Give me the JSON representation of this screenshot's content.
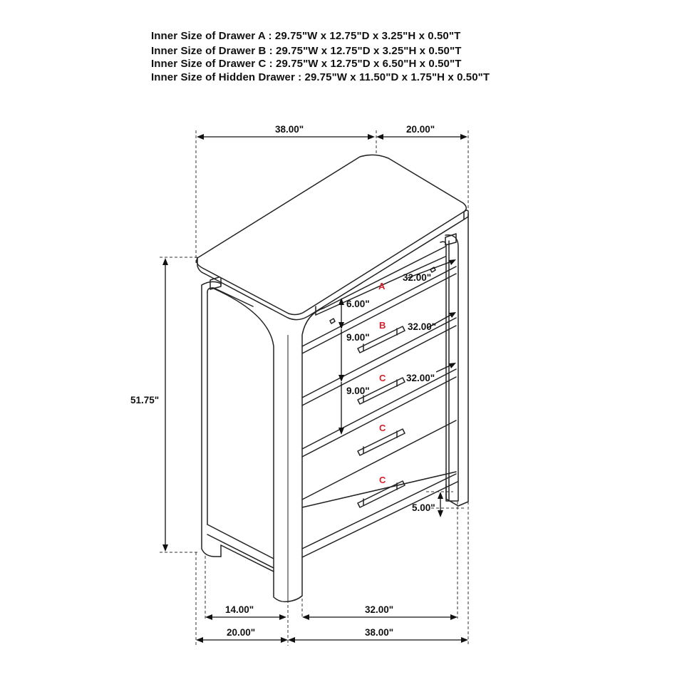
{
  "specs": [
    "Inner Size of Drawer A : 29.75\"W x 12.75\"D x 3.25\"H x 0.50\"T",
    "Inner Size of Drawer B : 29.75\"W x 12.75\"D x 3.25\"H x 0.50\"T",
    "Inner Size of Drawer C : 29.75\"W x 12.75\"D x 6.50\"H x 0.50\"T",
    "Inner Size of Hidden Drawer : 29.75\"W x 11.50\"D x 1.75\"H x 0.50\"T"
  ],
  "dimensions": {
    "top_width": "38.00\"",
    "top_depth": "20.00\"",
    "height": "51.75\"",
    "drawer_a_width": "32.00\"",
    "drawer_a_height": "6.00\"",
    "drawer_b_width": "32.00\"",
    "drawer_b_height": "9.00\"",
    "drawer_c_width": "32.00\"",
    "drawer_c_height": "9.00\"",
    "leg_height": "5.00\"",
    "inner_depth": "14.00\"",
    "inner_width": "32.00\"",
    "base_depth": "20.00\"",
    "base_width": "38.00\""
  },
  "drawer_labels": {
    "a": "A",
    "b": "B",
    "c1": "C",
    "c2": "C",
    "c3": "C"
  },
  "colors": {
    "line": "#222222",
    "label_red": "#d41f2a"
  }
}
